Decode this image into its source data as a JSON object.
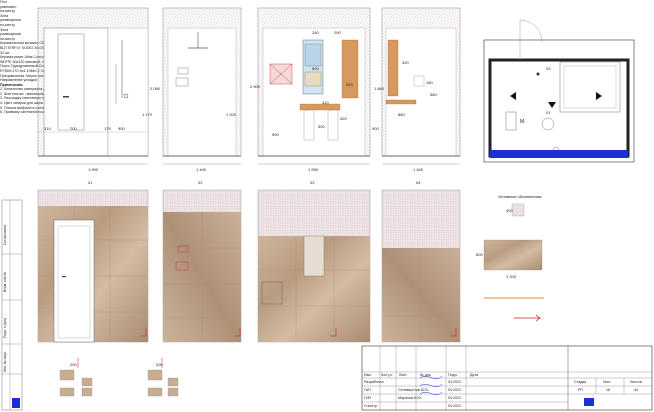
{
  "elevations": {
    "dims": [
      "1 990",
      "1 440",
      "1 990",
      "1 440"
    ],
    "e1": {
      "left": "310",
      "mid": "700",
      "right": "175",
      "right2": "900",
      "h1": "2 080",
      "h2": "1 170"
    },
    "e2": {
      "h": "1 200"
    },
    "e3": {
      "top1": "240",
      "top2": "290",
      "a": "500",
      "b": "220",
      "c": "410",
      "d": "2 900",
      "note": "Пол\nравномен\nпо-месту",
      "e": "900",
      "f": "500",
      "g": "320"
    },
    "e4": {
      "a": "320",
      "b": "160",
      "c": "560",
      "d": "880",
      "e": "1 660",
      "f": "900"
    }
  },
  "sections": [
    "01",
    "02",
    "03",
    "04"
  ],
  "tile_labels": {
    "zone": "Зона\nразмещения\nпо-месту",
    "z2": "Зона\nразмещения\nпо-месту"
  },
  "legend": {
    "title": "Условные обозначения:",
    "item1_text": "Керамическая мозаика CE.SI CERAMICA\nBUTTERFLY SODIO 30x30 мм, глянц. 7 мм,\n32 шт.",
    "item1_dim": "300",
    "item2_text": "Керамогранит Atlas Concorde HISTORY\nWHITE 60x120 матовый, толщ. 8 мм, 10 шт.",
    "item2_dim_w": "1 200",
    "item2_dim_h": "600",
    "item3_text": "Порог Одноуровневый Cluo T-Образный\nR755H-270-5x4-10Mm 2,7м (Хаким Улан)\nПрецизионная Латунь листовой, 134487 0,2 шт.",
    "item4_text": "Направление укладки"
  },
  "notes": {
    "title": "Примечания:",
    "lines": [
      "1. Количество материала дано без учета запаса на резку и подрезку.",
      "2. Шов плитки - минимальный.",
      "3. Раскладку сантехники и все габариты уточнять по месту.",
      "4. Цвет затирки для швов согласовать с автором проекта.",
      "5. Плитка выбрана в салоне \"Галерея Дизайн\". 5-й Донской проезд, д.15.",
      "6. Привязку сантехнического оборудования уточнить по месту."
    ]
  },
  "title_block": {
    "header": [
      "Изм.",
      "Кол.уч.",
      "Лист",
      "№ док.",
      "Подп.",
      "Дата"
    ],
    "rows": [
      {
        "role": "Разработал",
        "name": "",
        "date": "04.2022"
      },
      {
        "role": "ГАП",
        "name": "Селиверстов Ю.В.",
        "date": "04.2022"
      },
      {
        "role": "ГИП",
        "name": "Миронов И.Ю.",
        "date": "04.2022"
      },
      {
        "role": "Н.контр.",
        "name": "",
        "date": "04.2022"
      }
    ],
    "stage_label": "Стадия",
    "sheet_label": "Лист",
    "sheets_label": "Листов",
    "stage": "РП",
    "sheet": "16",
    "sheets": "44"
  },
  "side_stamp": [
    "Согласовано",
    "Взам. инв.№",
    "Подп. и дата",
    "Инв. № подл."
  ],
  "plan": {
    "code1": "01",
    "code2": "03",
    "m": "M."
  },
  "small_details": {
    "a": "200",
    "b": "200"
  },
  "colors": {
    "tile": "#c8ad92",
    "tile_dark": "#a78a70",
    "wood": "#d59a5c",
    "blue": "#1c2fd6",
    "red": "#d21f1f",
    "orange": "#e9a05a"
  }
}
